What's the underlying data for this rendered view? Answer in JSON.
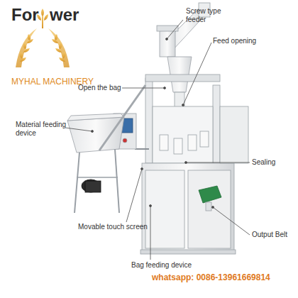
{
  "diagram": {
    "labels": [
      "For",
      "wer",
      "MYHAL MACHINERY",
      "Screw type feeder",
      "Feed opening",
      "Open the bag",
      "Material feeding device",
      "Sealing",
      "Movable touch screen",
      "Output Belt",
      "Bag feeding device",
      "whatsapp: 0086-13961669814"
    ]
  }
}
